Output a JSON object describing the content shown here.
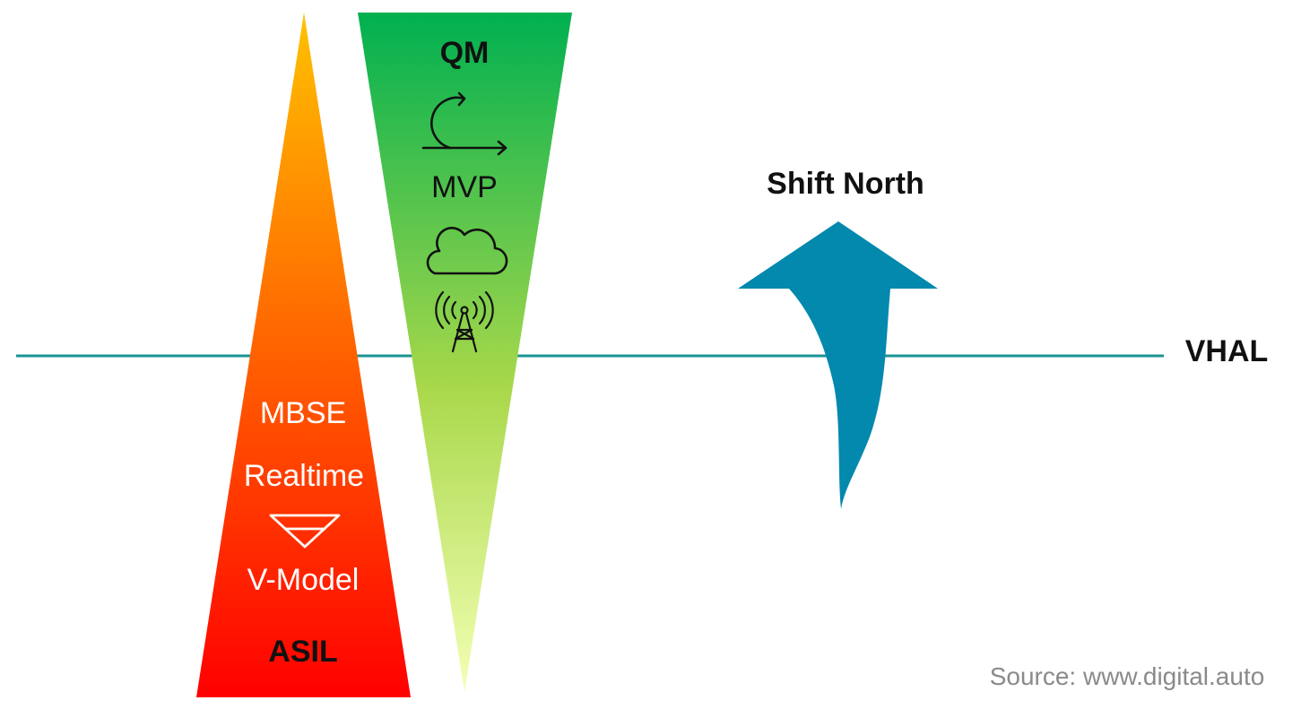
{
  "pyramid": {
    "labels": [
      "MBSE",
      "Realtime",
      "V-Model"
    ],
    "base_label": "ASIL",
    "icons": [
      "v-model-icon"
    ],
    "gradient": {
      "top": "#FFC200",
      "bottom": "#FF0000"
    }
  },
  "funnel": {
    "top_label": "QM",
    "labels": [
      "MVP"
    ],
    "icons": [
      "agile-loop-icon",
      "cloud-icon",
      "radio-tower-icon"
    ],
    "gradient": {
      "top": "#00B050",
      "bottom": "#F4FFB5"
    }
  },
  "arrow": {
    "label": "Shift North",
    "color": "#0388AE"
  },
  "baseline": {
    "label": "VHAL",
    "color": "#1A9393"
  },
  "source": "Source: www.digital.auto"
}
